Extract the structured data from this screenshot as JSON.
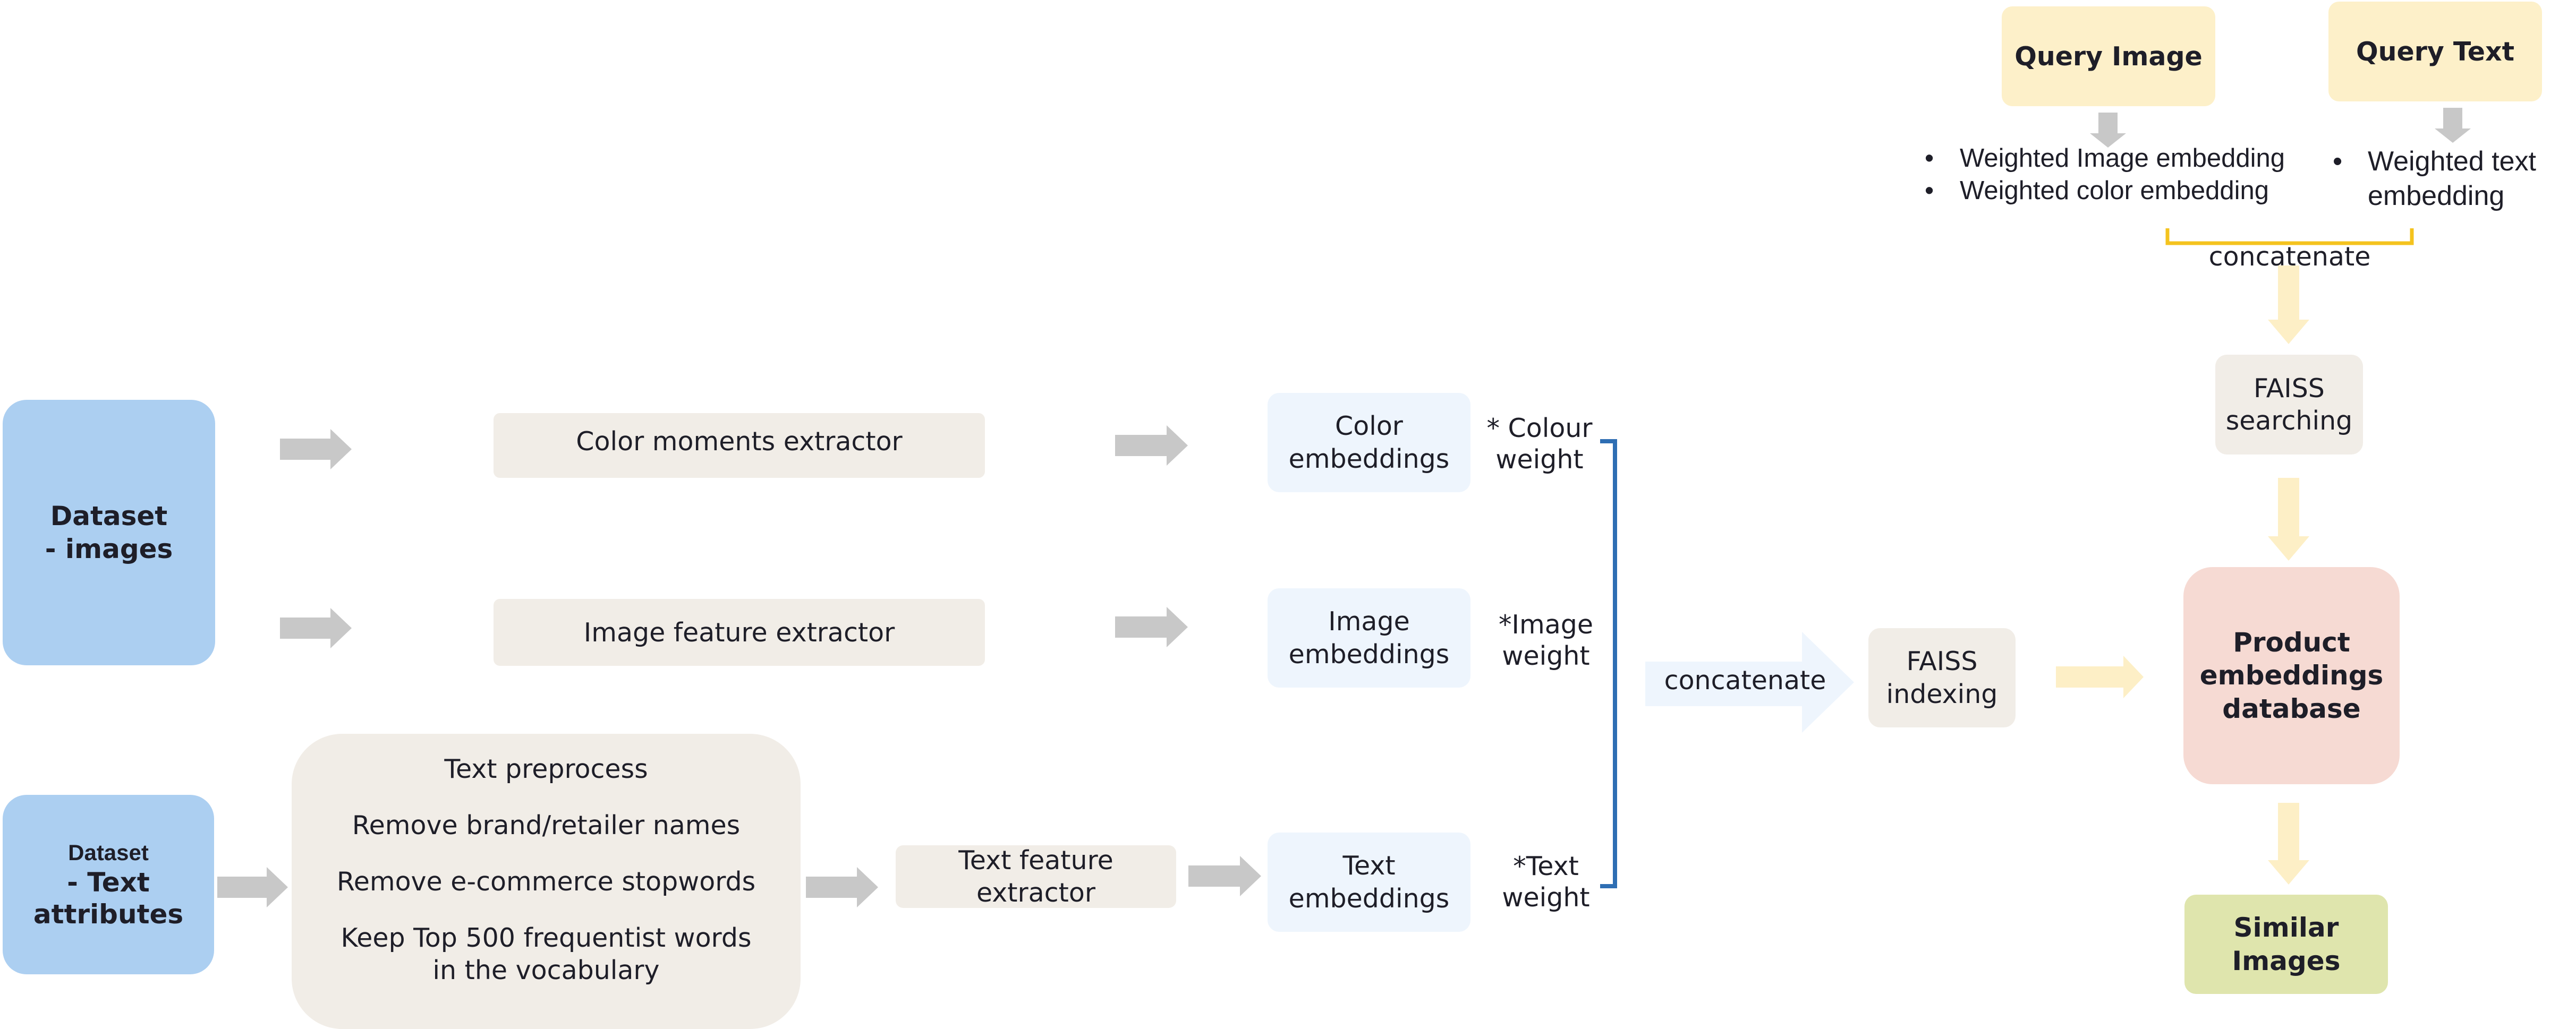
{
  "colors": {
    "dataset_box": "#accff1",
    "process_box": "#f1ede7",
    "embedding_box": "#eef5fd",
    "query_box": "#fdf0c9",
    "database_box": "#f6dad3",
    "result_box": "#dfe5ad",
    "gray_arrow": "#c8c8c8",
    "yellow_arrow": "#fdefc6",
    "blue_bracket": "#2e6eb3",
    "yellow_bracket": "#f4c31e",
    "concat_arrow": "#eef5fd"
  },
  "dataset_images": "Dataset\n-  images",
  "dataset_text": {
    "line1": "Dataset",
    "line2": "- Text\nattributes"
  },
  "color_extractor": "Color moments extractor",
  "image_extractor": "Image feature extractor",
  "text_preprocess": {
    "title": "Text preprocess",
    "steps": [
      "Remove brand/retailer names",
      "Remove e-commerce stopwords",
      "Keep Top 500 frequentist words\nin the vocabulary"
    ]
  },
  "text_extractor": "Text feature\nextractor",
  "color_embeddings": "Color\nembeddings",
  "image_embeddings": "Image\nembeddings",
  "text_embeddings": "Text\nembeddings",
  "colour_weight": "* Colour\nweight",
  "image_weight": "*Image\nweight",
  "text_weight": "*Text\nweight",
  "concatenate_main": "concatenate",
  "faiss_indexing": "FAISS\nindexing",
  "product_db": "Product\nembeddings\ndatabase",
  "similar_images": "Similar\nImages",
  "faiss_searching": "FAISS\nsearching",
  "query_image": "Query Image",
  "query_text": "Query Text",
  "query_image_bullets": [
    "Weighted Image embedding",
    "Weighted color embedding"
  ],
  "query_text_bullets": [
    "Weighted text\nembedding"
  ],
  "concatenate_query": "concatenate"
}
